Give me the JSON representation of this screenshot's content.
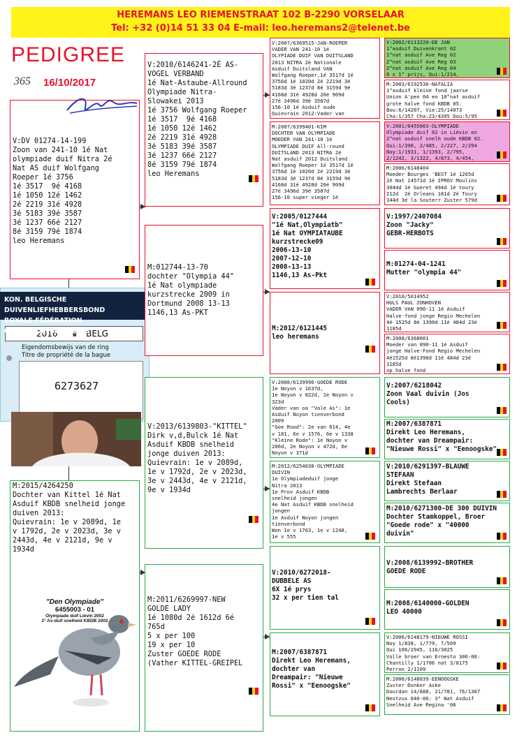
{
  "header": {
    "line1": "HEREMANS LEO    RIEMENSTRAAT 102   B-2290  VORSELAAR",
    "line2": "Tel: +32 (0)14 51 33 04   E-mail: leo.heremans2@telenet.be"
  },
  "page_title": "PEDIGREE",
  "date": "16/10/2017",
  "handwritten_number": "365",
  "colors": {
    "red": "#e8112d",
    "green": "#2aa84a",
    "yellow": "#fff31a"
  },
  "subject": {
    "text": "V:DV 01274-14-199\nZoon van 241-10 1é Nat\nolympiade duif Nitra 2é\nNat AS duif Wolfgang\nRoeper 1é 3756\n1é 3517  9é 4168\n1é 1050 12é 1462\n2é 2219 31é 4928\n3é 5183 39é 3587\n3é 1237 66é 2127\n8é 3159 79é 1874\nleo Heremans"
  },
  "ring_card": {
    "federation_nl": "KON. BELGISCHE DUIVENLIEFHEBBERSBOND",
    "federation_fr": "ROYALE FÉDÉRATION COLOMBOPHILE BELGE",
    "year": "2016",
    "country": "BELG",
    "ownership_nl": "Eigendomsbewijs van de ring",
    "ownership_fr": "Titre de propriété de la bague",
    "ring_number": "6273627"
  },
  "photo_caption": {
    "name": "\"Den Olympiade\"",
    "ring": "6455003 - 01",
    "line1": "Olympiade duif Liévin 2002",
    "line2": "2° As-duif snelheid KBDB 2002"
  },
  "gen1": {
    "father": "V:2010/6146241-2É AS-\nVOGEL VERBAND\n1é Nat-Astaube-Allround\nOlympiade Nitra-\nSlowakei 2013\n1é 3756 Wolfgang Roeper\n1é 3517  9é 4168\n1é 1050 12é 1462\n2é 2219 31é 4928\n3é 5183 39é 3587\n3é 1237 66é 2127\n8é 3159 79é 1874\nleo Heremans",
    "mother_f": "M:012744-13-70\ndochter \"Olympia 44\"\n1é Nat olympiade\nkurzstrecke 2009 in\nDortmund 2008 13-13\n1146,13 As-PKT",
    "father_m": "V:2013/6139803-\"KITTEL\"\nDirk v,d,Bulck 1é Nat\nAsduif KBDB snelheid\njonge duiven 2013:\nQuievrain: 1e v 2089d,\n1e v 1792d, 2e v 2023d,\n3e v 2443d, 4e v 2121d,\n9e v 1934d",
    "mother": "M:2015/4264250\nDochter van Kittel 1é Nat\nAsduif KBDB snelheid jonge\nduiven 2013:\nQuievrain: 1e v 2089d, 1e\nv 1792d, 2e v 2023d, 3e v\n2443d, 4e v 2121d, 9e v\n1934d",
    "mother_m": "M:2011/6269997-NEW\nGOLDE LADY\n1é 1080d 2é 1612d 6é\n765d\n5 x per 100\n19 x per 10\nZuster GOEDE RODE\n(Vather KITTEL-GREIPEL"
  },
  "gen3": [
    {
      "text": "V:2007/6369515-JAN-ROEPER\nVADER VAN 241-10 1é\nOLYPIADE DUIF VAN DUITSLAND\n2013 NITRA 2é Nationale\nAsduif Duitsland VAN\nWolfgang Roeper,1é 3517d 1é\n3756d 1é 1020d 2é 2219d 3é\n5183d 3é 1237d 8é 3159d 9é\n4168d 31é 4928d 26é 909d\n27é 3496d 39é 3587d\n156-10 1é Asduif oude\nQuievrain 2012:Vader van"
    },
    {
      "text": "M:2007/6399401-KIM\nDOCHTER VAN OLYMPIADE\nMOEDER VAN 241-10 1é\nOLYMPIADE DUIF All-round\nDUITSLAND 2013 NITRA 2é\nNat asduif 2012 Duitsland\nWolfgang Roeper 1é 3517d 1é\n3756d 1é 1020d 2é 2219d 3é\n5183d 3é 1237d 8é 3159d 9é\n4168d 31é 4928d 26é 909d\n27é 3496d 39é 3587d\n156-10 super vieger 1é"
    },
    {
      "text": "V:2005/0127444\n\"1é Nat,Olympiatb\"\n1é Nat OYMPIATAUBE\nkurzstrecke09\n2006-13-10\n2007-12-10\n2008-13-13\n1146,13 As-Pkt"
    },
    {
      "text": "M:2012/6121445\nleo heremans"
    },
    {
      "text": "V:2008/6139996-GOEDE RODE\n1e Noyon v 1637d,\n1e Noyon v 822d, 1e Noyon v\n323d\nVader van oa \"Vale As\": 1e\nAsduif Noyon tienverbond\n2009\n\"Goe Rood\": 2e van 614, 4e\nv 181, 6e v 1576, 6e v 1338\n\"Kleine Rode\": 1e Noyon v\n206d, 2e Noyon v 472d, 6e\nNoyon v 371d"
    },
    {
      "text": "M:2012/6254038-OLYMPIADE\nDUIVIN\n1e Olympiadeduif jonge\nNitra 2013\n1e Prov Asduif KBDB\nsnelheid jongen\n4e Nat Asduif KBDB snelheid\njongen\n1e Asduif Noyon jongen\ntienverbond\nWon 1e v 1763, 1e v 1248,\n1e v 555"
    },
    {
      "text": "V:2010/6272018-\nDUBBELE AS\n6X 1é prys\n32 x per tien tal"
    },
    {
      "text": "M:2007/6387871\nDirekt Leo Heremans,\ndochter van\nDreampair: \"Nieuwe\nRossi\" x \"Eenoogske\""
    }
  ],
  "gen4": [
    {
      "text": "V:2002/6113220-DE JAN\n1°asduif Duivenkrant 02\n1°nat asduif Ave Reg 02\n2°nat asduif Ave Reg 03\n2°nat asduif Ave Reg 04\n6 x 1° prijs, Qui:1/214,"
    },
    {
      "text": "M:2003/6192536-NATALIA\n1°asduif kleine fond jaarse\nUnion A'pen 04 en 10°nat asduif\ngrote halve fond KBDB 05.\nBou:6/14207, Vie:25/14073\nCha:1/357 Cha:23/4395 Dou:5/95"
    },
    {
      "text": "V:2001/6455003-OLYMPIADE\nOlympiade duif 02 in Liévin en\n2°nat asduif snelh oude KBDB 02.\nQui:1/390, 2/485, 2/227, 2/294\nNoy:1/1931, 1/1393, 2/795,\n2/1242, 3/1322, 4/873, 4/454,"
    },
    {
      "text": "M:2006/6148404\nMoeder Bourges 'BEST 1é 1265d\n2é Nat 14571d 1é IPROV Moulins\n3044d 1é Gueret 494d 1é toury\n212d  2é Orleans 181d 2é Toury\n344d 3é la Souterr Zuster 579d"
    },
    {
      "text": "V:1997/2407084\nZoon \"Jacky\"\nGEBR-HERBOTS"
    },
    {
      "text": "M:01274-04-1241\nMutter \"olympia 44\""
    },
    {
      "text": "V:2010/5014952\nHULS PAUL ZONHOVEN\nVADER VAN 090-11 1é Asduif\nHalve-fond jonge Regio Mechelen\n4é 1525d 8é 1390d 11é 484d 23é\n1185d"
    },
    {
      "text": "M:2008/6368001\nMoeder van 090-11 1é Asduif\njonge Halve-Fond Regio Mechelen\n4é1525d 8é1390d 11é 484d 23é\n1185d\nop halve fond"
    },
    {
      "text": "V:2007/6218042\nZoon Vaal duivin (Jos\nCools)"
    },
    {
      "text": "M:2007/6387871\nDirekt Leo Heremans,\ndochter van Dreampair:\n\"Nieuwe Rossi\" x \"Eenoogske\""
    },
    {
      "text": "V:2010/6291397-BLAUWE\nSTEFAAN\nDirekt Stefaan\nLambrechts Berlaar"
    },
    {
      "text": "M:2010/6271300-DE 300 DUIVIN\nDochter Stamkoppel, Broer\n\"Goede rode\" x \"40000\nduivin\""
    },
    {
      "text": "V:2008/6139992-BROTHER\nGOEDE RODE"
    },
    {
      "text": "M:2008/6140000-GOLDEN\nLEO 40000"
    },
    {
      "text": "V:2006/6148179-NIEUWE ROSSI\nNoy 1/838, 1/779, 7/509\nQui 106/2945, 116/3025\nVolle broer van Ernesto 306-06:\nChantilly 1/1706 nat 3/8175\nPerron 2/1109"
    },
    {
      "text": "M:2006/6148039-EENOOGSKE\nZuster Donker Aske\nDourdan 14/688, 21/781, 76/1367\nNestzus 040-06: 3° Nat Asduif\nSnelheid Ave Regina '06"
    }
  ]
}
